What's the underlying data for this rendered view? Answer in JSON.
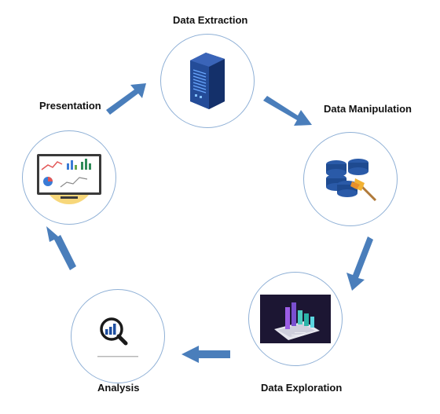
{
  "nodes": {
    "extraction": {
      "label": "Data Extraction"
    },
    "manipulation": {
      "label": "Data Manipulation"
    },
    "exploration": {
      "label": "Data Exploration"
    },
    "analysis": {
      "label": "Analysis",
      "caption": "Analysis (icon caption)"
    },
    "presentation": {
      "label": "Presentation"
    }
  },
  "colors": {
    "arrow": "#4a7ebb",
    "circle_border": "#8fb0d6"
  },
  "icons": {
    "extraction": "server-icon",
    "manipulation": "database-broom-icon",
    "exploration": "3d-bar-chart-icon",
    "analysis": "magnifier-chart-icon",
    "presentation": "dashboard-screen-icon"
  }
}
